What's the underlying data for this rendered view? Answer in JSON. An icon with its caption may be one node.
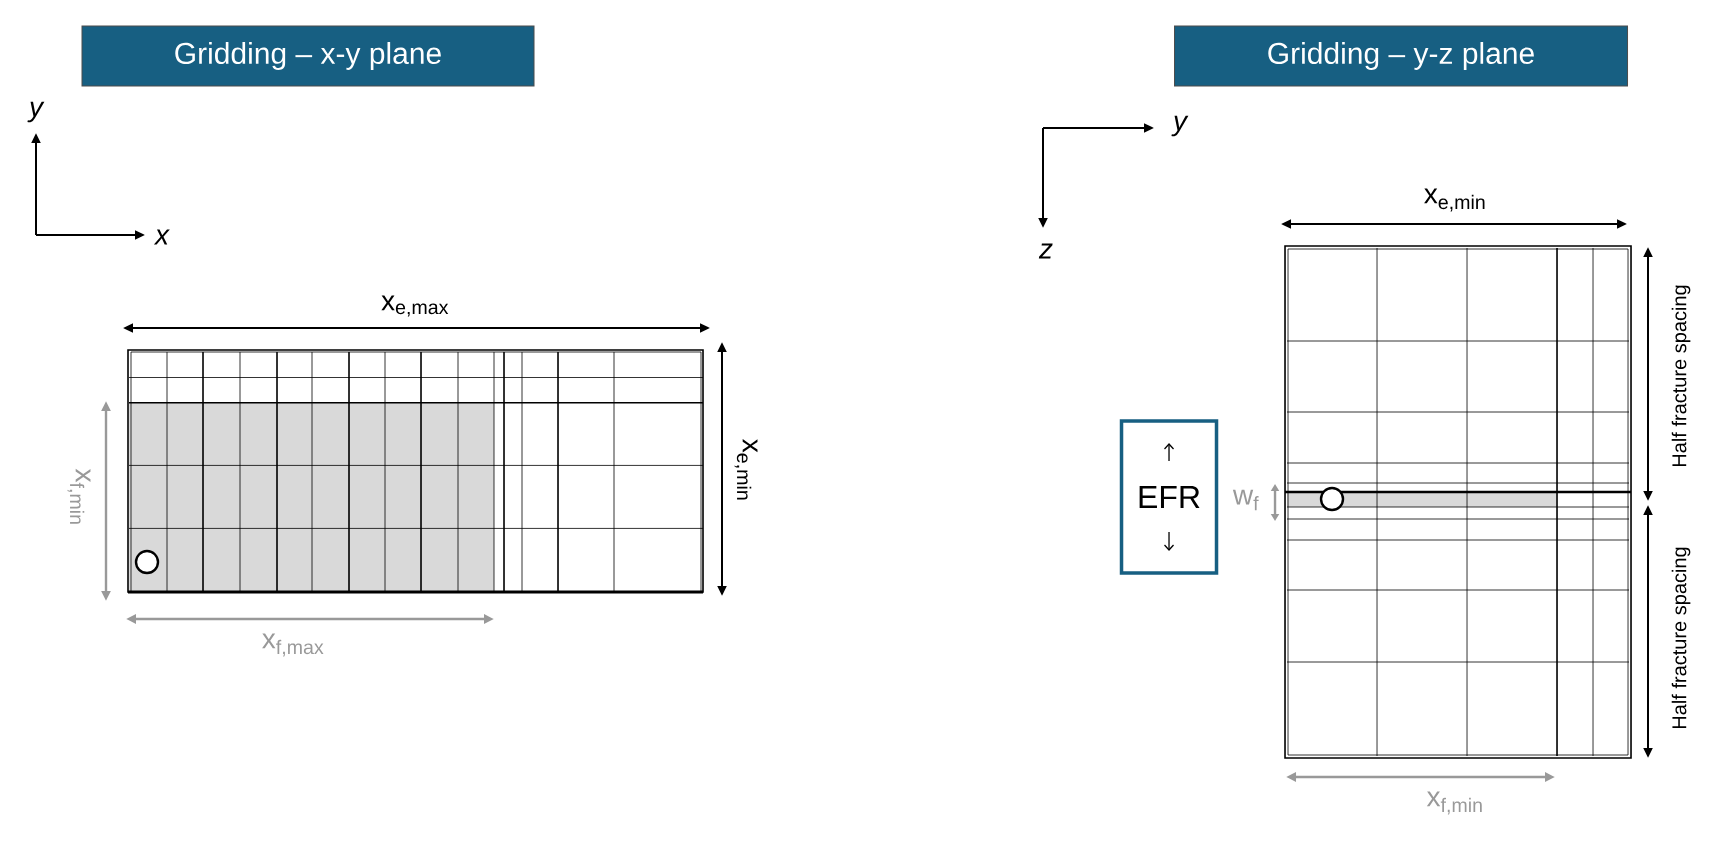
{
  "diagram": {
    "nodes": [
      {
        "text": [
          "Gridding – x-y plane"
        ]
      },
      {
        "text": [
          "Gridding – y-z plane"
        ]
      },
      {
        "text": [
          "EFR"
        ]
      }
    ],
    "labels": [
      "y",
      "x",
      "x$_{e,max}$",
      "x$_{f,min}$",
      "x$_{e,min}$",
      "x$_{f,max}$",
      "y",
      "z",
      "x$_{e,min}$",
      "Half fracture spacing",
      "w$_{f}$",
      "Half fracture spacing",
      "x$_{f,min}$"
    ]
  }
}
